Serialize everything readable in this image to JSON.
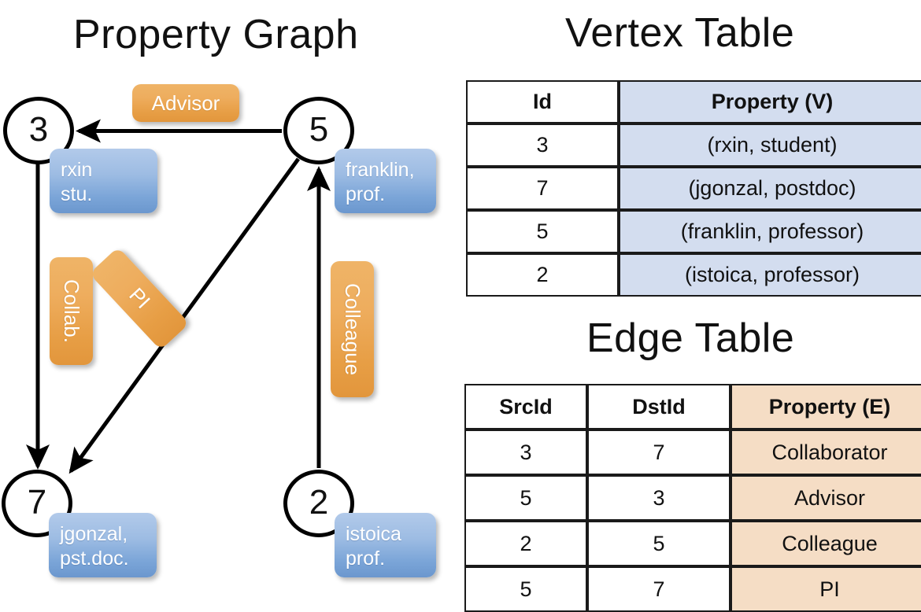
{
  "titles": {
    "property_graph": "Property Graph",
    "vertex_table": "Vertex Table",
    "edge_table": "Edge Table"
  },
  "graph": {
    "vertices": [
      {
        "id": "3",
        "property_label": "rxin\nstu.",
        "line1": "rxin",
        "line2": "stu."
      },
      {
        "id": "5",
        "property_label": "franklin,\nprof.",
        "line1": "franklin,",
        "line2": "prof."
      },
      {
        "id": "7",
        "property_label": "jgonzal,\npst.doc.",
        "line1": "jgonzal,",
        "line2": "pst.doc."
      },
      {
        "id": "2",
        "property_label": "istoica\nprof.",
        "line1": "istoica",
        "line2": "prof."
      }
    ],
    "edge_labels": [
      {
        "name": "advisor",
        "text": "Advisor"
      },
      {
        "name": "collab",
        "text": "Collab."
      },
      {
        "name": "pi",
        "text": "PI"
      },
      {
        "name": "colleague",
        "text": "Colleague"
      }
    ],
    "edges": [
      {
        "from": "5",
        "to": "3",
        "label": "Advisor"
      },
      {
        "from": "3",
        "to": "7",
        "label": "Collab."
      },
      {
        "from": "5",
        "to": "7",
        "label": "PI"
      },
      {
        "from": "2",
        "to": "5",
        "label": "Colleague"
      }
    ]
  },
  "vertex_table": {
    "headers": {
      "id": "Id",
      "property": "Property (V)"
    },
    "rows": [
      {
        "id": "3",
        "property": "(rxin, student)"
      },
      {
        "id": "7",
        "property": "(jgonzal, postdoc)"
      },
      {
        "id": "5",
        "property": "(franklin, professor)"
      },
      {
        "id": "2",
        "property": "(istoica, professor)"
      }
    ],
    "accent_color": "#d3ddef"
  },
  "edge_table": {
    "headers": {
      "src": "SrcId",
      "dst": "DstId",
      "property": "Property (E)"
    },
    "rows": [
      {
        "src": "3",
        "dst": "7",
        "property": "Collaborator"
      },
      {
        "src": "5",
        "dst": "3",
        "property": "Advisor"
      },
      {
        "src": "2",
        "dst": "5",
        "property": "Colleague"
      },
      {
        "src": "5",
        "dst": "7",
        "property": "PI"
      }
    ],
    "accent_color": "#f5ddc5"
  },
  "colors": {
    "vertex_property_blue": "#7ba5d8",
    "edge_label_orange": "#e89c4a",
    "stroke_black": "#000000",
    "background": "#ffffff"
  }
}
